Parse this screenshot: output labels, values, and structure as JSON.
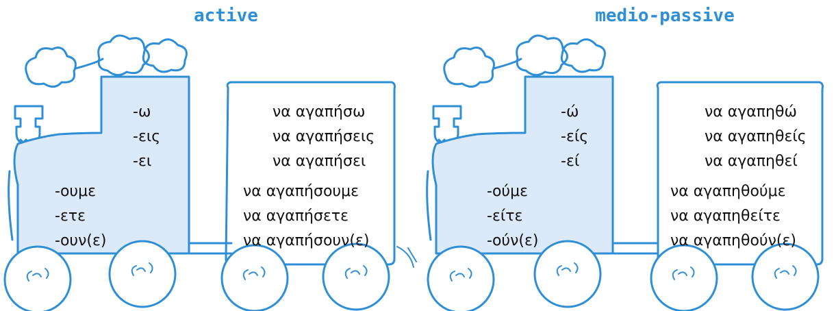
{
  "panels": [
    {
      "title": "active",
      "singular_endings": [
        "-ω",
        "-εις",
        "-ει"
      ],
      "plural_endings": [
        "-ουμε",
        "-ετε",
        "-ουν(ε)"
      ],
      "singular_forms": [
        "να αγαπήσω",
        "να αγαπήσεις",
        "να αγαπήσει"
      ],
      "plural_forms": [
        "να αγαπήσουμε",
        "να αγαπήσετε",
        "να αγαπήσουν(ε)"
      ]
    },
    {
      "title": "medio-passive",
      "singular_endings": [
        "-ώ",
        "-είς",
        "-εί"
      ],
      "plural_endings": [
        "-ούμε",
        "-είτε",
        "-ούν(ε)"
      ],
      "singular_forms": [
        "να αγαπηθώ",
        "να αγαπηθείς",
        "να αγαπηθεί"
      ],
      "plural_forms": [
        "να αγαπηθούμε",
        "να αγαπηθείτε",
        "να αγαπηθούν(ε)"
      ]
    }
  ],
  "colors": {
    "title": "#2e8fd6",
    "outline": "#2e8fd6",
    "cab_fill": "#dce9f8",
    "wagon_fill": "#ffffff"
  },
  "icons": [
    "smoke-cloud-icon",
    "chimney-icon",
    "wheel-icon"
  ]
}
